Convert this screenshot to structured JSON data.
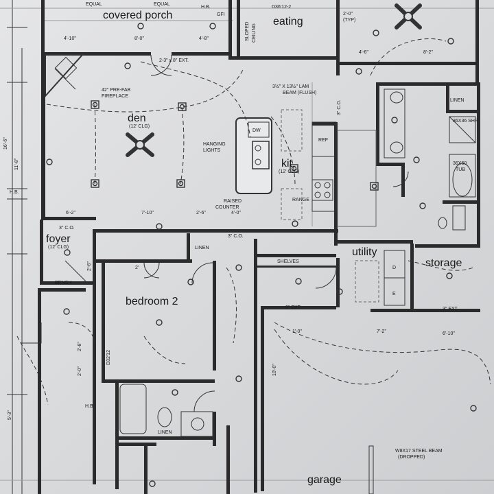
{
  "plan": {
    "rooms": {
      "covered_porch": "covered porch",
      "eating": "eating",
      "den": "den",
      "den_ceiling": "(12' CLG)",
      "kit": "kit",
      "kit_ceiling": "(12' CLG)",
      "foyer": "foyer",
      "foyer_ceiling": "(12' CLG)",
      "bedroom2": "bedroom 2",
      "utility": "utility",
      "storage": "storage",
      "garage": "garage"
    },
    "labels": {
      "equal_1": "EQUAL",
      "equal_2": "EQUAL",
      "hb_top": "H.B.",
      "gfi": "GFI",
      "d3612": "D36'12-2",
      "dim_2_0": "2'-0\"",
      "typ": "(TYP)",
      "sloped_1": "SLOPED",
      "sloped_2": "CEILING",
      "dim_4_10": "4'-10\"",
      "dim_8_0": "8'-0\"",
      "dim_4_8": "4'-8\"",
      "dim_4_6": "4'-6\"",
      "dim_8_2": "8'-2\"",
      "ext_door": "2-3\" x 8\" EXT.",
      "fireplace_1": "42\" PRE-FAB",
      "fireplace_2": "FIREPLACE",
      "beam_1": "3½\" X 13½\" LAM",
      "beam_2": "BEAM (FLUSH)",
      "co_3": "3\" C.O.",
      "linen": "LINEN",
      "shr": "36X36 SHR",
      "tub_1": "36X60",
      "tub_2": "TUB",
      "hanging_1": "HANGING",
      "hanging_2": "LIGHTS",
      "dw": "DW",
      "ref": "REF",
      "range": "RANGE",
      "raised_1": "RAISED",
      "raised_2": "COUNTER",
      "dim_6_2": "6'-2\"",
      "dim_7_10": "7'-10\"",
      "dim_2_6": "2'-6\"",
      "dim_4_0": "4'-0\"",
      "co_foyer": "3\" C.O.",
      "co_mid": "3\" C.O.",
      "linen2": "LINEN",
      "shelves": "SHELVES",
      "ext_3": "3\" EXT.",
      "ext_3b": "3\" EXT.",
      "dim_1_0": "1'-0\"",
      "dim_7_2": "7'-2\"",
      "dim_6_10": "6'-10\"",
      "d_washer": "D",
      "e_dryer": "E",
      "hb_left": "H.B.",
      "hb_bottom": "H.B.",
      "d3212": "D32'12",
      "dim_10_0": "10'-0\"",
      "steel_1": "W8X17 STEEL BEAM",
      "steel_2": "(DROPPED)",
      "linen3": "LINEN",
      "dim_16_6": "16'-6\"",
      "dim_11_8": "11'-8\"",
      "dim_5_3": "5'-3\"",
      "dim_2_8": "2'-8\"",
      "dim_2_0b": "2'-0\"",
      "dim_2_6b": "2'-6\"",
      "two_ft": "2'",
      "bench": "BENCH"
    }
  }
}
